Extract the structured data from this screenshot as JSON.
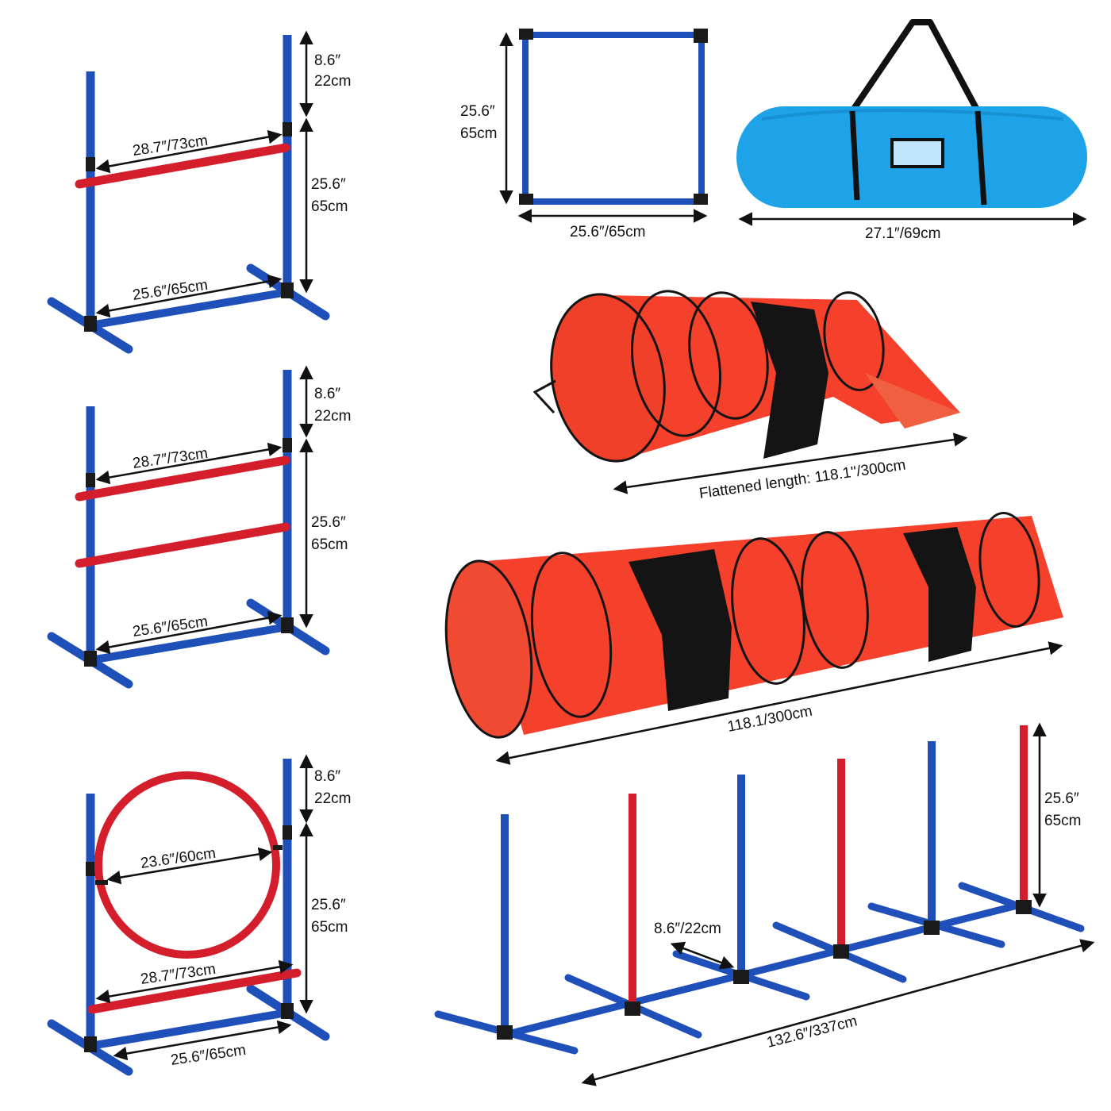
{
  "colors": {
    "pole_blue": "#1f4fb8",
    "bar_red": "#d41e2b",
    "tunnel_red": "#f5412b",
    "tunnel_black": "#141414",
    "bag_blue": "#1ea3e8",
    "joint_black": "#1a1a1a",
    "dimension_line": "#111111"
  },
  "hurdle_single": {
    "top_ext_in": "8.6″",
    "top_ext_cm": "22cm",
    "bar_width": "28.7″/73cm",
    "height_in": "25.6″",
    "height_cm": "65cm",
    "base_width": "25.6″/65cm"
  },
  "hurdle_double": {
    "top_ext_in": "8.6″",
    "top_ext_cm": "22cm",
    "bar_width": "28.7″/73cm",
    "height_in": "25.6″",
    "height_cm": "65cm",
    "base_width": "25.6″/65cm"
  },
  "hurdle_hoop": {
    "top_ext_in": "8.6″",
    "top_ext_cm": "22cm",
    "hoop_diameter": "23.6″/60cm",
    "bar_width": "28.7″/73cm",
    "height_in": "25.6″",
    "height_cm": "65cm",
    "base_width": "25.6″/65cm"
  },
  "square_frame": {
    "height_in": "25.6″",
    "height_cm": "65cm",
    "width": "25.6″/65cm"
  },
  "carry_bag": {
    "length": "27.1″/69cm"
  },
  "chute_tunnel": {
    "length": "Flattened length: 118.1''/300cm"
  },
  "tunnel": {
    "length": "118.1/300cm"
  },
  "weave_poles": {
    "spacing": "8.6″/22cm",
    "height_in": "25.6″",
    "height_cm": "65cm",
    "length": "132.6″/337cm"
  }
}
